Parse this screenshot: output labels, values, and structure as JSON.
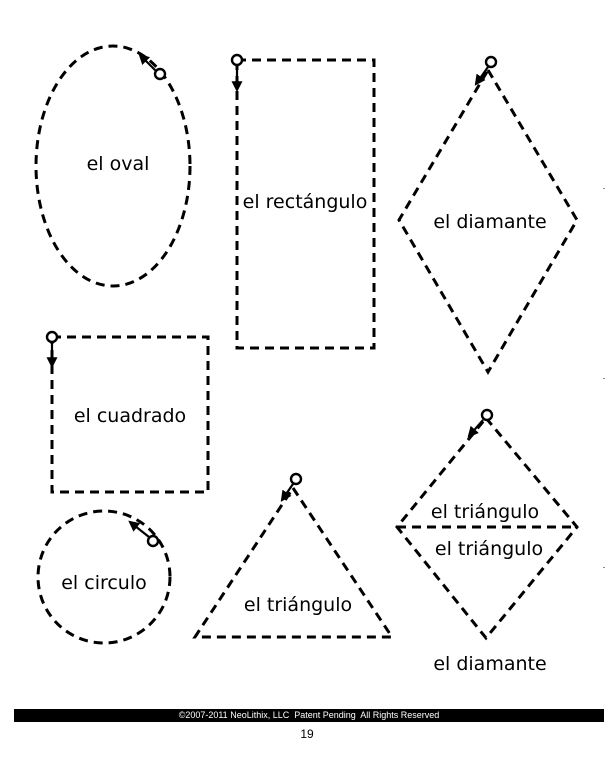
{
  "labels": {
    "oval": "el oval",
    "rectangle": "el rectángulo",
    "diamond_top": "el diamante",
    "square": "el cuadrado",
    "circle": "el circulo",
    "triangle": "el triángulo",
    "diamond_upper_triangle": "el triángulo",
    "diamond_lower_triangle": "el triángulo",
    "diamond_bottom": "el diamante"
  },
  "footer": {
    "copyright": "©2007-2011 NeoLithix, LLC  Patent Pending  All Rights Reserved",
    "page_number": "19"
  }
}
